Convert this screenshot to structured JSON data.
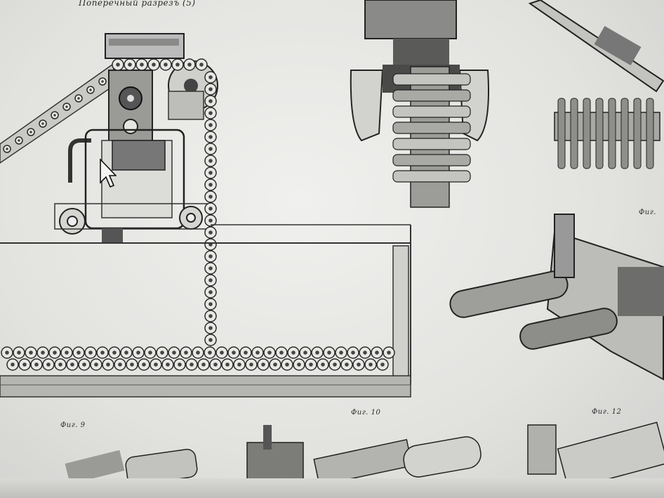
{
  "photo": {
    "subject": "",
    "captions": {
      "title": "Поперечный разрезъ (5)",
      "fig9": "Фиг. 9",
      "fig10": "Фиг. 10",
      "fig11": "Фиг.",
      "fig12": "Фиг. 12"
    }
  },
  "colors": {
    "paper": "#ececea",
    "ink": "#2a2a2a",
    "shade": "#7d7d7b"
  },
  "icons": {
    "cursor": "mouse-pointer-icon"
  }
}
